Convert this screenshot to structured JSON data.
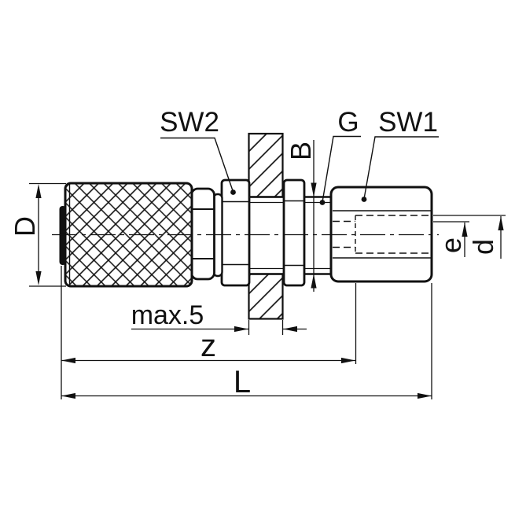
{
  "diagram": {
    "type": "technical-drawing",
    "subject": "bulkhead-fitting-side-view",
    "labels": {
      "sw2": "SW2",
      "g": "G",
      "sw1": "SW1",
      "b": "B",
      "diameter_outer": "D",
      "e": "e",
      "d": "d",
      "max_panel_thickness": "max.5",
      "z": "z",
      "length_total": "L"
    },
    "colors": {
      "line": "#111111",
      "background": "#ffffff"
    }
  }
}
